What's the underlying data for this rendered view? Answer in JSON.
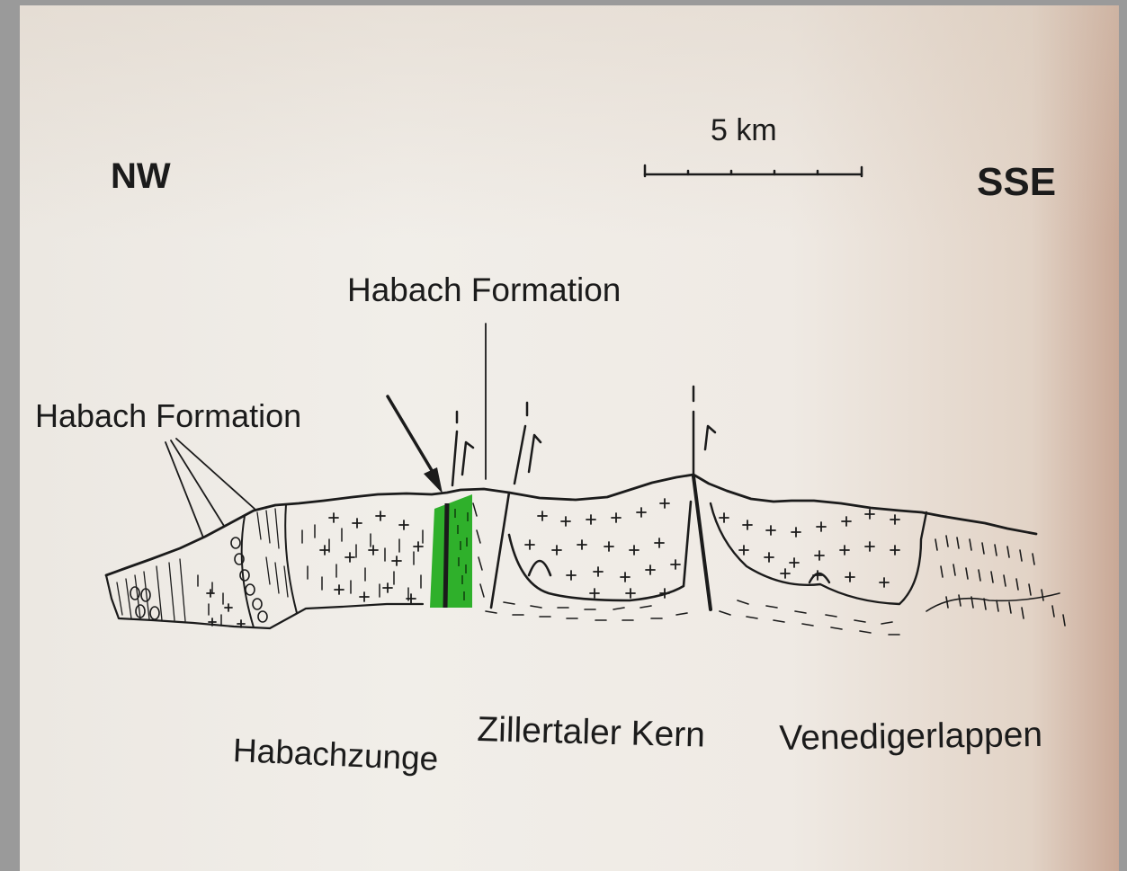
{
  "orientation": {
    "left": "NW",
    "right": "SSE"
  },
  "scale_bar": {
    "label": "5 km"
  },
  "labels": {
    "habach_formation_top": "Habach Formation",
    "habach_formation_left": "Habach Formation",
    "habachzunge": "Habachzunge",
    "zillertaler_kern": "Zillertaler Kern",
    "venedigerlappen": "Venedigerlappen"
  },
  "colors": {
    "highlight": "#2fb02b",
    "ink": "#1b1b1b",
    "paper": "#efece7"
  }
}
